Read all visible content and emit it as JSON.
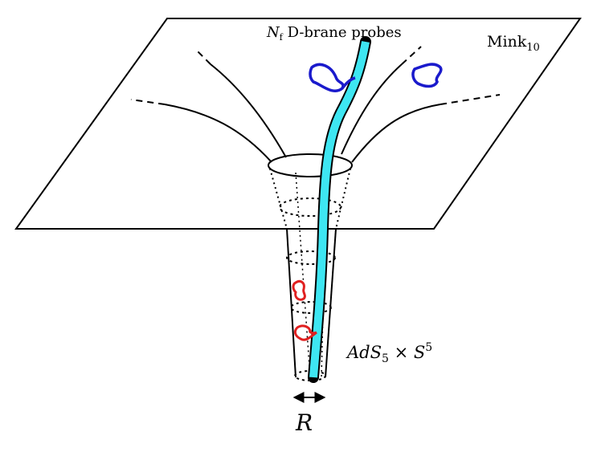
{
  "labels": {
    "probes_symbol": "N",
    "probes_symbol_sub": "f",
    "probes_text": "D-brane probes",
    "mink_main": "Mink",
    "mink_sub": "10",
    "ads_A": "AdS",
    "ads_A_sub": "5",
    "ads_times": "×",
    "ads_S": "S",
    "ads_S_sup": "5",
    "radius": "R"
  },
  "colors": {
    "outline": "#000000",
    "probe_brane": "#3ee6f2",
    "closed_string_bulk": "#1a1acc",
    "closed_string_throat": "#e02020"
  }
}
